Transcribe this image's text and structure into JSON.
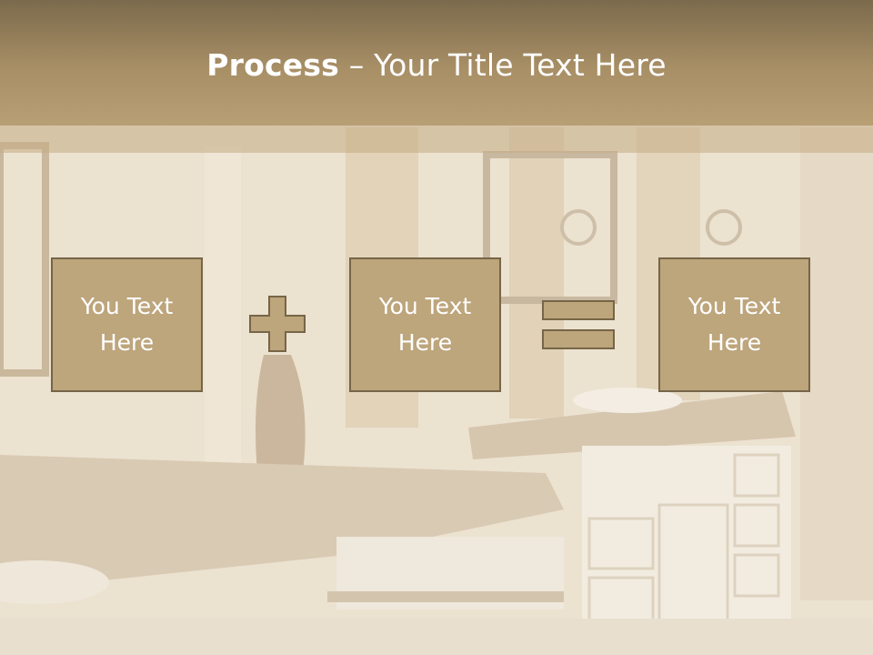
{
  "slide": {
    "title_bold": "Process",
    "title_rest": " – Your Title Text Here",
    "boxes": [
      {
        "line1": "You Text",
        "line2": "Here"
      },
      {
        "line1": "You Text",
        "line2": "Here"
      },
      {
        "line1": "You Text",
        "line2": "Here"
      }
    ],
    "operators": [
      "plus-icon",
      "equals-icon"
    ]
  },
  "colors": {
    "header": "#a88f66",
    "box_fill": "#bda57c",
    "box_border": "#766547",
    "text": "#ffffff"
  }
}
